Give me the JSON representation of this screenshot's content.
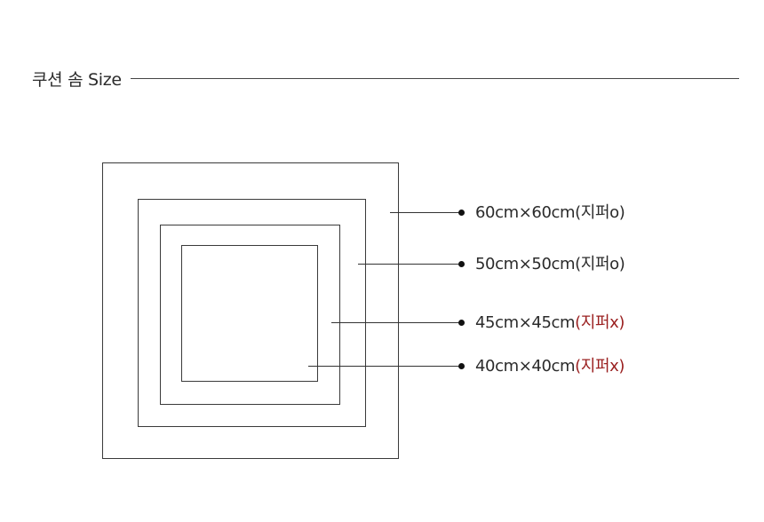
{
  "header": {
    "title": "쿠션 솜 Size"
  },
  "sizes": [
    {
      "dimension": "60cm×60cm",
      "zipper_note": "(지퍼o)",
      "zipper": true
    },
    {
      "dimension": "50cm×50cm",
      "zipper_note": "(지퍼o)",
      "zipper": true
    },
    {
      "dimension": "45cm×45cm",
      "zipper_note": "(지퍼x)",
      "zipper": false
    },
    {
      "dimension": "40cm×40cm",
      "zipper_note": "(지퍼x)",
      "zipper": false
    }
  ],
  "colors": {
    "text": "#2b2b2b",
    "no_zipper_note": "#9a1f1f",
    "line": "#3a3a3a"
  }
}
